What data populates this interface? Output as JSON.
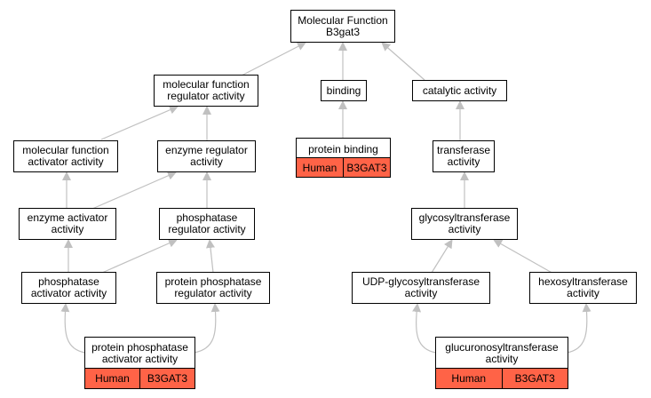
{
  "nodes": {
    "root": "Molecular Function\nB3gat3",
    "mf_regulator": "molecular function\nregulator activity",
    "binding": "binding",
    "catalytic": "catalytic activity",
    "mf_activator": "molecular function\nactivator activity",
    "enzyme_regulator": "enzyme regulator\nactivity",
    "transferase": "transferase\nactivity",
    "enzyme_activator": "enzyme activator\nactivity",
    "phosphatase_regulator": "phosphatase\nregulator activity",
    "glycosyltransferase": "glycosyltransferase\nactivity",
    "phosphatase_activator": "phosphatase\nactivator activity",
    "protein_phosphatase_regulator": "protein phosphatase\nregulator activity",
    "udp_glycosyltransferase": "UDP-glycosyltransferase\nactivity",
    "hexosyltransferase": "hexosyltransferase\nactivity"
  },
  "gene_nodes": {
    "protein_binding": {
      "title": "protein binding",
      "species": "Human",
      "gene": "B3GAT3"
    },
    "protein_phosphatase_activator": {
      "title": "protein phosphatase\nactivator activity",
      "species": "Human",
      "gene": "B3GAT3"
    },
    "glucuronosyltransferase": {
      "title": "glucuronosyltransferase\nactivity",
      "species": "Human",
      "gene": "B3GAT3"
    }
  },
  "colors": {
    "edge": "#c0c0c0",
    "annotation": "#ff6347"
  }
}
